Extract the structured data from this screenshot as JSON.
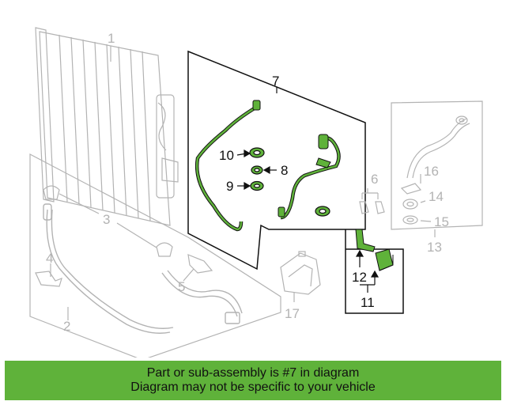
{
  "callouts": {
    "c1": "1",
    "c2": "2",
    "c3": "3",
    "c4": "4",
    "c5": "5",
    "c6": "6",
    "c7": "7",
    "c8": "8",
    "c9": "9",
    "c10": "10",
    "c11": "11",
    "c12": "12",
    "c13": "13",
    "c14": "14",
    "c15": "15",
    "c16": "16",
    "c17": "17"
  },
  "colors": {
    "highlight": "#5fb23a",
    "faded_part": "#b3b3b3",
    "outline": "#111111"
  },
  "banner": {
    "line1": "Part or sub-assembly is #7 in diagram",
    "line2": "Diagram may not be specific to your vehicle"
  }
}
